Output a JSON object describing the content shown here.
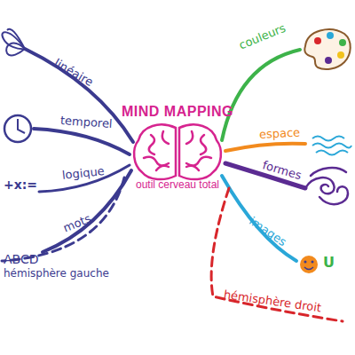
{
  "diagram": {
    "nodes": [
      {
        "text": [
          "MIND MAPPING",
          "outil cerveau total"
        ]
      }
    ],
    "labels": [
      "linéaire",
      "temporel",
      "+x:=",
      "logique",
      "mots",
      "ABCD",
      "hémisphère gauche",
      "couleurs",
      "espace",
      "formes",
      "images",
      "U",
      "hémisphère droit"
    ]
  }
}
